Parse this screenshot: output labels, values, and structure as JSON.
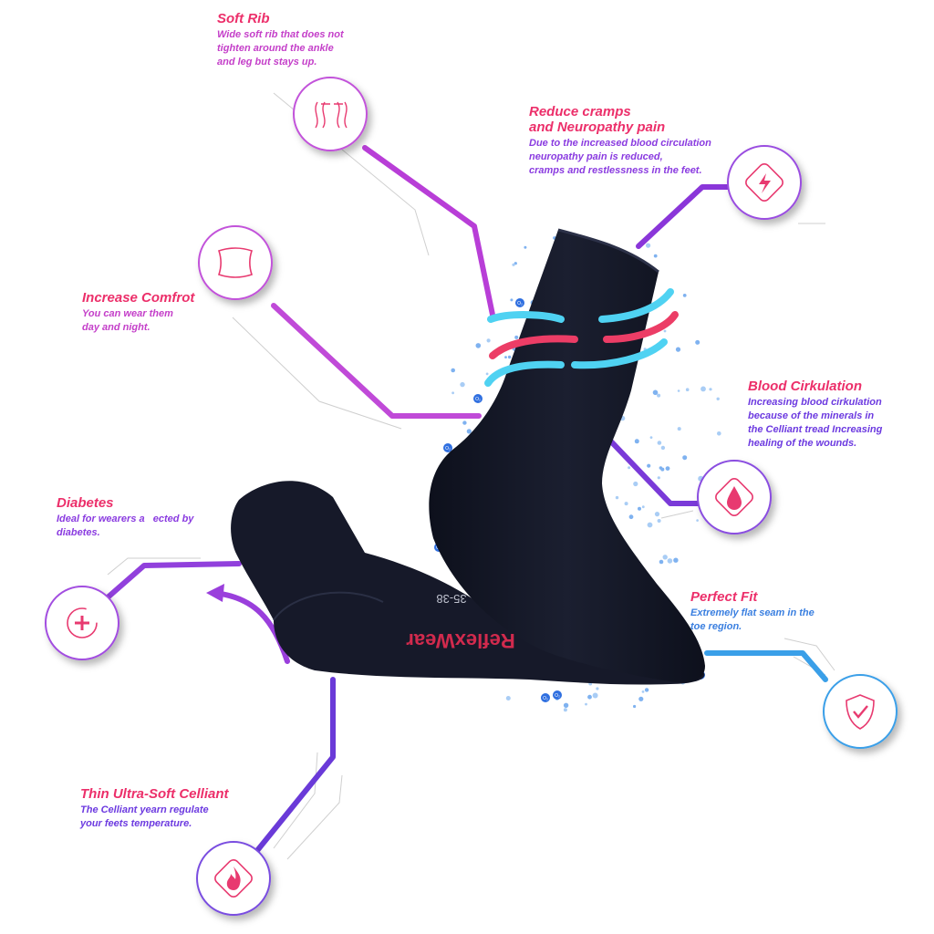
{
  "features": {
    "soft_rib": {
      "title": "Soft Rib",
      "desc_lines": [
        "Wide soft rib that does not",
        "tighten around the ankle",
        "and leg but stays up."
      ]
    },
    "cramps": {
      "title_lines": [
        "Reduce cramps",
        "and Neuropathy pain"
      ],
      "desc_lines": [
        "Due to the increased blood circulation",
        "neuropathy pain is reduced,",
        "cramps and restlessness in the feet."
      ]
    },
    "comfort": {
      "title": "Increase Comfrot",
      "desc_lines": [
        "You can wear them",
        "day and night."
      ]
    },
    "circulation": {
      "title": "Blood Cirkulation",
      "desc_lines": [
        "Increasing blood cirkulation",
        "because of the  minerals in",
        "the Celliant tread Increasing",
        "healing of the wounds."
      ]
    },
    "diabetes": {
      "title": "Diabetes",
      "desc_lines": [
        "Ideal for wearers a   ected by",
        "diabetes."
      ]
    },
    "fit": {
      "title": "Perfect Fit",
      "desc_lines": [
        "Extremely flat seam in the",
        "toe region."
      ]
    },
    "celliant": {
      "title": "Thin Ultra-Soft Celliant",
      "desc_lines": [
        "The Celliant yearn regulate",
        "your feets temperature."
      ]
    }
  },
  "product": {
    "size_label": "35-38",
    "brand_label": "ReflexWear"
  },
  "molecule_label": "O₂",
  "icons": [
    "ribbed-fabric-icon",
    "lightning-cycle-icon",
    "pillow-icon",
    "drop-cycle-icon",
    "plus-cycle-icon",
    "shield-check-icon",
    "flame-cycle-icon"
  ],
  "colors": {
    "title_pink": "#ec2f6a",
    "magenta": "#c43fc9",
    "purple": "#8a3be0",
    "violet": "#6c3ae0",
    "blue": "#3a9fe8",
    "cyan": "#4fd2f2",
    "sock": "#141726"
  }
}
